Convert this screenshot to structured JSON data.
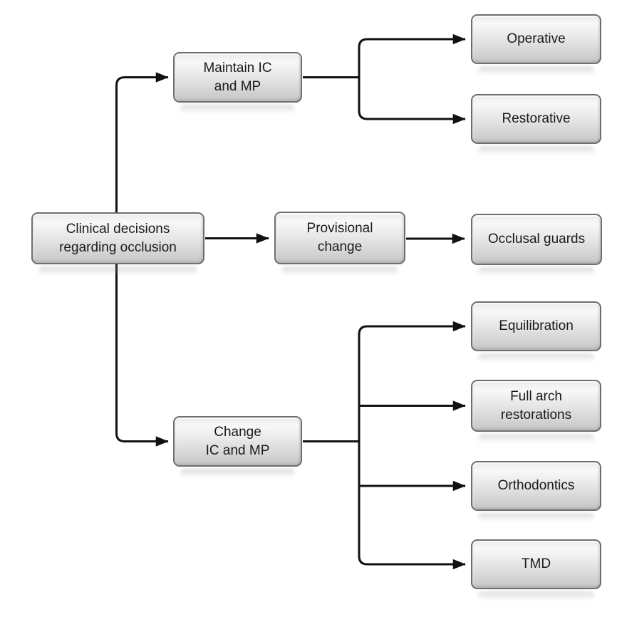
{
  "diagram": {
    "type": "flowchart",
    "background_color": "#ffffff",
    "line_color": "#111111",
    "node_border_color": "#6e6e6e",
    "node_fill_top": "#f8f8f8",
    "node_fill_bottom": "#c6c6c6",
    "text_color": "#1a1a1a",
    "nodes": {
      "root": {
        "lines": [
          "Clinical decisions",
          "regarding occlusion"
        ]
      },
      "maintain": {
        "lines": [
          "Maintain IC",
          "and MP"
        ]
      },
      "operative": {
        "lines": [
          "Operative"
        ]
      },
      "restorative": {
        "lines": [
          "Restorative"
        ]
      },
      "provisional": {
        "lines": [
          "Provisional",
          "change"
        ]
      },
      "occlusal": {
        "lines": [
          "Occlusal guards"
        ]
      },
      "change": {
        "lines": [
          "Change",
          "IC and MP"
        ]
      },
      "equilibration": {
        "lines": [
          "Equilibration"
        ]
      },
      "fullarch": {
        "lines": [
          "Full arch",
          "restorations"
        ]
      },
      "orthodontics": {
        "lines": [
          "Orthodontics"
        ]
      },
      "tmd": {
        "lines": [
          "TMD"
        ]
      }
    },
    "edges": [
      {
        "from": "root",
        "to": "maintain"
      },
      {
        "from": "root",
        "to": "provisional"
      },
      {
        "from": "root",
        "to": "change"
      },
      {
        "from": "maintain",
        "to": "operative"
      },
      {
        "from": "maintain",
        "to": "restorative"
      },
      {
        "from": "provisional",
        "to": "occlusal"
      },
      {
        "from": "change",
        "to": "equilibration"
      },
      {
        "from": "change",
        "to": "fullarch"
      },
      {
        "from": "change",
        "to": "orthodontics"
      },
      {
        "from": "change",
        "to": "tmd"
      }
    ]
  }
}
